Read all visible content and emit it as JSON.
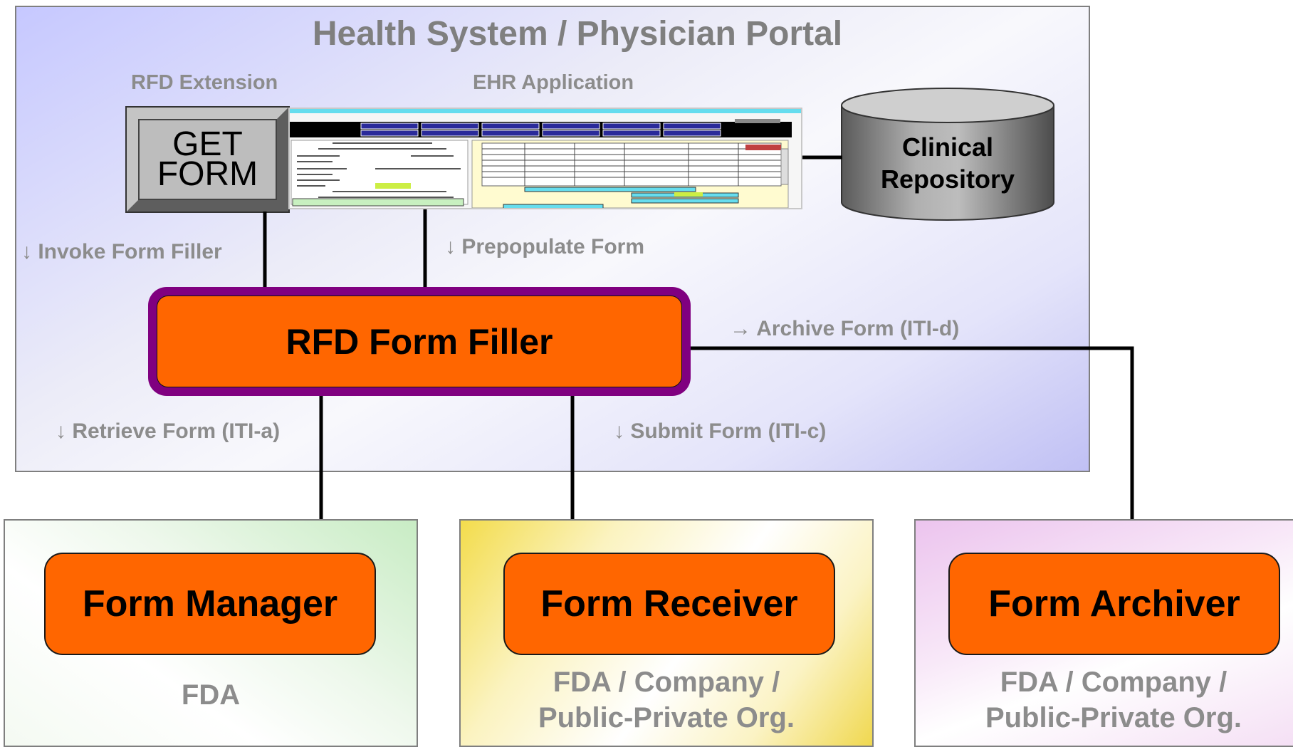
{
  "portal": {
    "title": "Health System / Physician Portal",
    "rfd_extension_label": "RFD Extension",
    "ehr_application_label": "EHR Application"
  },
  "get_form_button": {
    "line1": "GET",
    "line2": "FORM"
  },
  "clinical_repository": {
    "line1": "Clinical",
    "line2": "Repository"
  },
  "form_filler": {
    "label": "RFD Form Filler"
  },
  "transactions": {
    "invoke": "↓ Invoke Form Filler",
    "prepopulate": "↓ Prepopulate Form",
    "archive": "→ Archive Form (ITI-d)",
    "retrieve": "↓ Retrieve Form (ITI-a)",
    "submit": "↓ Submit Form (ITI-c)"
  },
  "actors": [
    {
      "name": "Form Manager",
      "org_line1": "FDA",
      "org_line2": ""
    },
    {
      "name": "Form Receiver",
      "org_line1": "FDA / Company /",
      "org_line2": "Public-Private Org."
    },
    {
      "name": "Form Archiver",
      "org_line1": "FDA / Company /",
      "org_line2": "Public-Private Org."
    }
  ],
  "colors": {
    "actor_fill": "#ff6600",
    "filler_border": "#800080",
    "label_gray": "#8c8c8c",
    "portal_tint": "#c6c8ff"
  }
}
